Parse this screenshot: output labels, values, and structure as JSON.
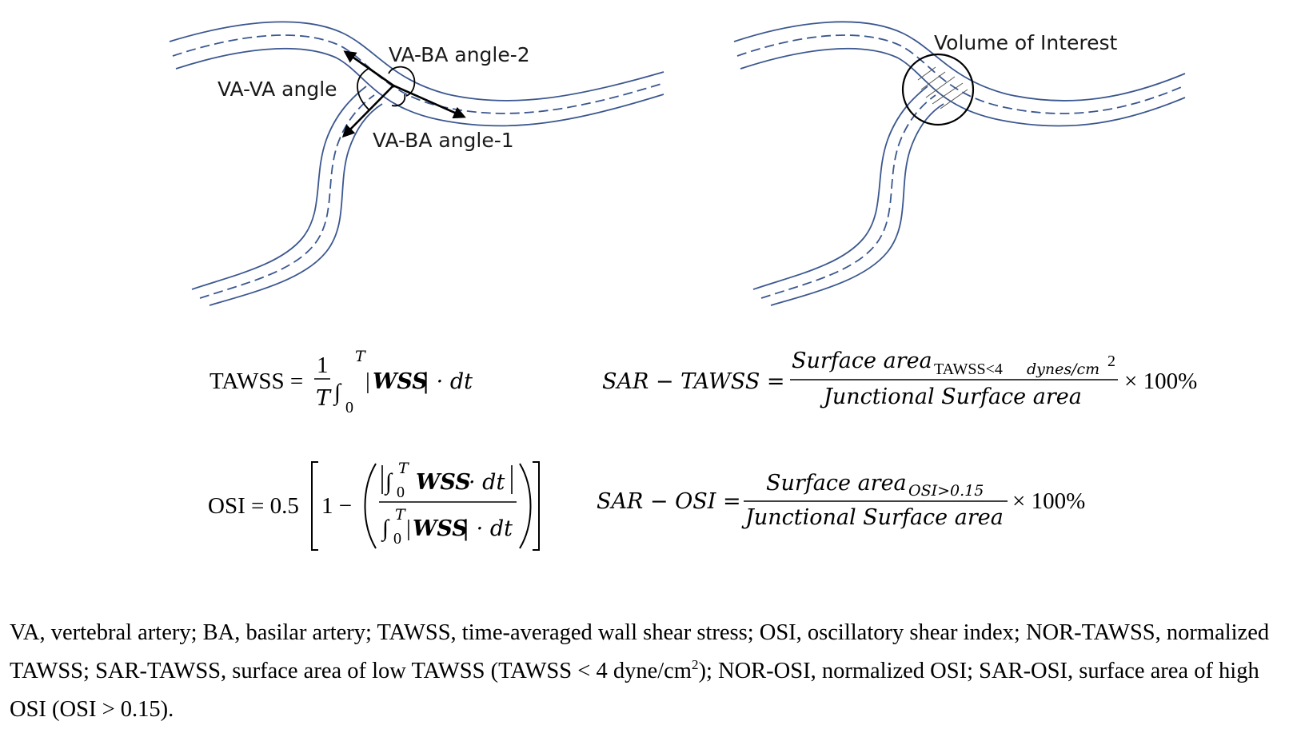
{
  "left_diagram": {
    "label_va_ba_angle_2": "VA-BA angle-2",
    "label_va_va_angle": "VA-VA angle",
    "label_va_ba_angle_1": "VA-BA angle-1"
  },
  "right_diagram": {
    "label_volume_of_interest": "Volume of Interest"
  },
  "equations": {
    "tawss": {
      "lhs": "TAWSS =",
      "frac_num": "1",
      "frac_den": "T",
      "int_upper": "T",
      "int_lower": "0",
      "bar_l": "|",
      "wss": "WSS",
      "bar_r": "| · dt"
    },
    "sar_tawss": {
      "lhs": "SAR − TAWSS =",
      "num_main": "Surface area",
      "num_sub_upright": "TAWSS<4 ",
      "num_sub_italic": "dynes/cm",
      "num_sub_exp": "2",
      "den": "Junctional Surface area",
      "tail": "× 100%"
    },
    "osi": {
      "lhs": "OSI = 0.5",
      "one_minus": "1 −",
      "int_upper": "T",
      "int_lower": "0",
      "num_wss": "WSS",
      "num_tail": "· dt",
      "den_bar_l": "|",
      "den_wss": "WSS",
      "den_tail": "| · dt"
    },
    "sar_osi": {
      "lhs": "SAR − OSI =",
      "num_main": "Surface area",
      "num_sub": "OSI>0.15",
      "den": "Junctional Surface area",
      "tail": "× 100%"
    }
  },
  "caption": {
    "part1": "VA, vertebral artery; BA, basilar artery; TAWSS, time-averaged wall shear stress; OSI, oscillatory shear index; NOR-TAWSS, normalized TAWSS; SAR-TAWSS, surface area of low TAWSS (TAWSS < 4 dyne/cm",
    "sup": "2",
    "part2": "); NOR-OSI, normalized OSI; SAR-OSI, surface area of high OSI (OSI > 0.15)."
  },
  "colors": {
    "vessel": "#3b5790",
    "ink": "#000000"
  }
}
